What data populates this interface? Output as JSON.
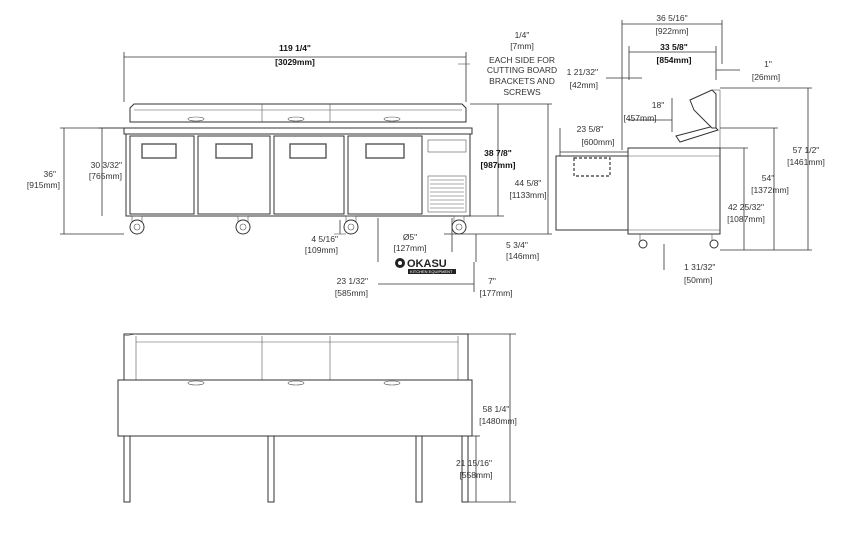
{
  "front": {
    "width_in": "119 1/4\"",
    "width_mm": "[3029mm]",
    "bracket_in": "1/4\"",
    "bracket_mm": "[7mm]",
    "bracket_note": [
      "EACH SIDE FOR",
      "CUTTING BOARD",
      "BRACKETS AND",
      "SCREWS"
    ],
    "height_work_in": "36\"",
    "height_work_mm": "[915mm]",
    "height_body_in": "30 3/32\"",
    "height_body_mm": "[765mm]",
    "height_lid_in": "38 7/8\"",
    "height_lid_mm": "[987mm]",
    "height_top_in": "44 5/8\"",
    "height_top_mm": "[1133mm]",
    "caster_h_in": "4 5/16\"",
    "caster_h_mm": "[109mm]",
    "caster_d_in": "Ø5\"",
    "caster_d_mm": "[127mm]",
    "leg_in": "5 3/4\"",
    "leg_mm": "[146mm]",
    "door_w_in": "23 1/32\"",
    "door_w_mm": "[585mm]",
    "grill_in": "7\"",
    "grill_mm": "[177mm]"
  },
  "watermark": {
    "brand": "OKASU",
    "tagline": "KITCHEN EQUIPMENT"
  },
  "side": {
    "depth_in": "36 5/16\"",
    "depth_mm": "[922mm]",
    "body_depth_in": "33 5/8\"",
    "body_depth_mm": "[854mm]",
    "top_off_in": "1\"",
    "top_off_mm": "[26mm]",
    "rail_in": "1 21/32\"",
    "rail_mm": "[42mm]",
    "pan_in": "18\"",
    "pan_mm": "[457mm]",
    "board_in": "23 5/8\"",
    "board_mm": "[600mm]",
    "total_h_in": "57 1/2\"",
    "total_h_mm": "[1461mm]",
    "open_h_in": "54\"",
    "open_h_mm": "[1372mm]",
    "work_h_in": "42 25/32\"",
    "work_h_mm": "[1087mm]",
    "leg_in": "1 31/32\"",
    "leg_mm": "[50mm]"
  },
  "rear": {
    "height_in": "58 1/4\"",
    "height_mm": "[1480mm]",
    "leg_in": "21 15/16\"",
    "leg_mm": "[558mm]"
  }
}
